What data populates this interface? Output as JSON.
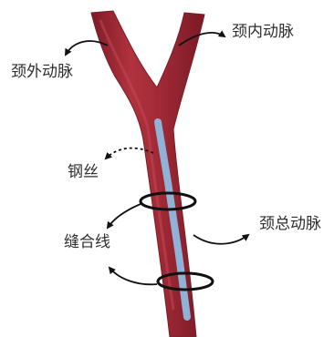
{
  "labels": {
    "internal_carotid": "颈内动脉",
    "external_carotid": "颈外动脉",
    "guide_wire": "钢丝",
    "common_carotid": "颈总动脉",
    "suture": "缝合线"
  },
  "colors": {
    "artery_fill": "#a32a35",
    "artery_edge": "#7a1c26",
    "artery_highlight": "#c24753",
    "wire": "#8fb2d6",
    "ligature": "#111111",
    "label_text": "#2f2f2f",
    "background": "#ffffff"
  }
}
